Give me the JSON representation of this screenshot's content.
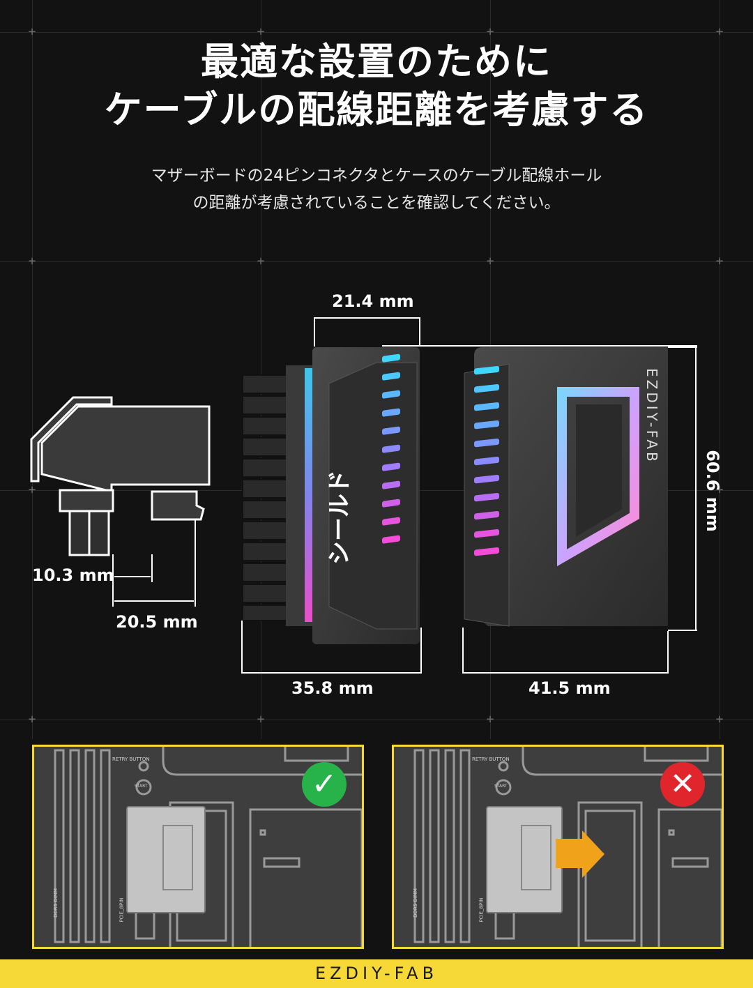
{
  "header": {
    "title_line1": "最適な設置のために",
    "title_line2": "ケーブルの配線距離を考慮する",
    "subtitle_line1": "マザーボードの24ピンコネクタとケースのケーブル配線ホール",
    "subtitle_line2": "の距離が考慮されていることを確認してください。"
  },
  "dimensions": {
    "top_width": "21.4 mm",
    "height": "60.6 mm",
    "left_width": "35.8 mm",
    "right_width": "41.5 mm",
    "small_a": "10.3 mm",
    "small_b": "20.5 mm"
  },
  "product": {
    "brand_vertical": "EZDIY-FAB",
    "cover_text": "シールド"
  },
  "panels": [
    {
      "status": "correct",
      "badge_color": "#27b24a",
      "labels": {
        "retry": "RETRY BUTTON",
        "start": "START",
        "dimm": "DDR5 DIMM",
        "pcie": "PCIE_8PIN"
      }
    },
    {
      "status": "incorrect",
      "badge_color": "#e0262c",
      "labels": {
        "retry": "RETRY BUTTON",
        "start": "START",
        "dimm": "DDR5 DIMM",
        "pcie": "PCIE_8PIN"
      }
    }
  ],
  "footer": {
    "brand": "EZDIY-FAB"
  },
  "colors": {
    "accent": "#f6d836",
    "background": "#121212"
  },
  "icons": [
    "check-icon",
    "cross-icon",
    "arrow-right-icon"
  ]
}
